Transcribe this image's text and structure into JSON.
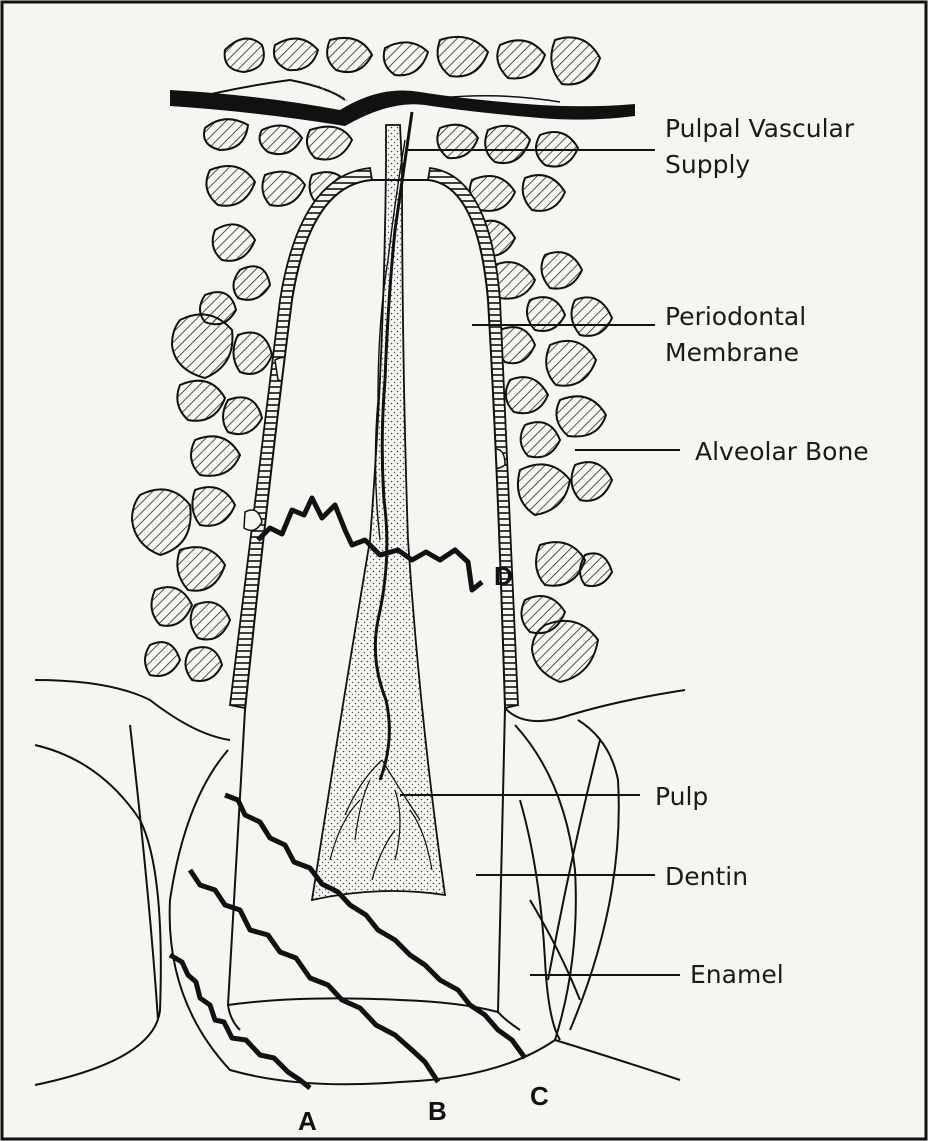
{
  "labels": {
    "pulpal_vascular_supply": [
      "Pulpal Vascular",
      "Supply"
    ],
    "periodontal_membrane": [
      "Periodontal",
      "Membrane"
    ],
    "alveolar_bone": "Alveolar Bone",
    "pulp": "Pulp",
    "dentin": "Dentin",
    "enamel": "Enamel"
  },
  "fracture_letters": {
    "a": "A",
    "b": "B",
    "c": "C",
    "d": "D"
  },
  "colors": {
    "ink": "#111111",
    "background": "#f5f5f2",
    "pulp_fill": "#d9d9d4",
    "hatch": "#2a2a2a"
  }
}
